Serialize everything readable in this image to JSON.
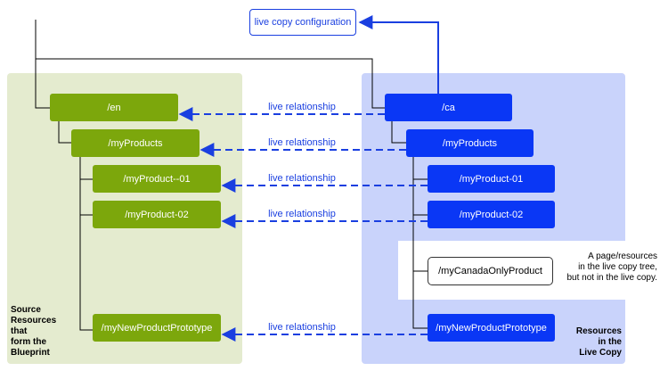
{
  "config_box": {
    "label": "live copy configuration"
  },
  "source": {
    "caption_lines": [
      "Source",
      "Resources",
      "that",
      "form the",
      "Blueprint"
    ],
    "nodes": [
      "/en",
      "/myProducts",
      "/myProduct--01",
      "/myProduct-02",
      "/myNewProductPrototype"
    ]
  },
  "livecopy": {
    "caption_lines": [
      "Resources",
      "in the",
      "Live Copy"
    ],
    "nodes": [
      "/ca",
      "/myProducts",
      "/myProduct-01",
      "/myProduct-02",
      "/myNewProductPrototype"
    ],
    "local_only_node": "/myCanadaOnlyProduct"
  },
  "relationship_label": "live relationship",
  "note_lines": [
    "A page/resources",
    "in the live copy tree,",
    "but not in the live copy."
  ],
  "colors": {
    "source_panel": "#e4ebcf",
    "livecopy_panel": "#c9d3fb",
    "source_node": "#7ca70c",
    "livecopy_node": "#0a37f5",
    "relationship": "#1a3fe0"
  }
}
